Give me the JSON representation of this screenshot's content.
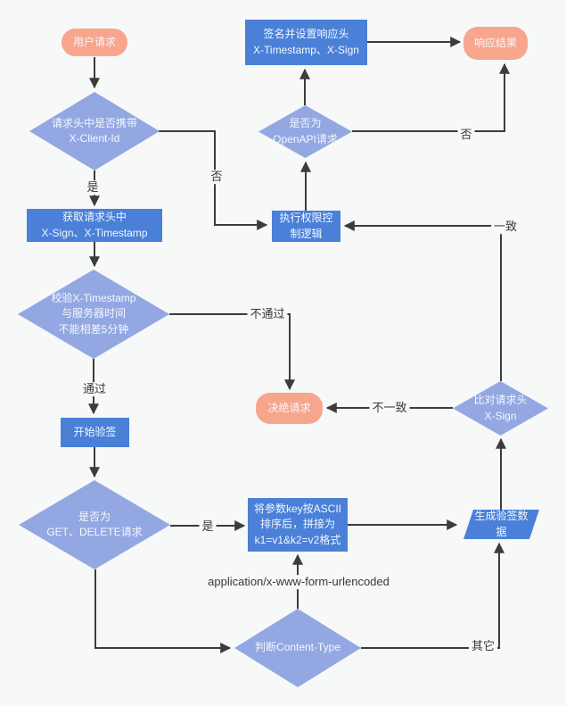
{
  "diagram": {
    "type": "flowchart",
    "nodes": {
      "user_request": {
        "shape": "terminal",
        "label": "用户请求"
      },
      "has_client_id": {
        "shape": "decision",
        "lines": [
          "请求头中是否携带",
          "X-Client-Id"
        ]
      },
      "get_headers": {
        "shape": "process",
        "lines": [
          "获取请求头中",
          "X-Sign、X-Timestamp"
        ]
      },
      "check_timestamp": {
        "shape": "decision",
        "lines": [
          "校验X-Timestamp",
          "与服务器时间",
          "不能相差5分钟"
        ]
      },
      "start_verify": {
        "shape": "process",
        "label": "开始验签"
      },
      "is_get_delete": {
        "shape": "decision",
        "lines": [
          "是否为",
          "GET、DELETE请求"
        ]
      },
      "sort_params": {
        "shape": "process",
        "lines": [
          "将参数key按ASCII",
          "排序后，拼接为",
          "k1=v1&k2=v2格式"
        ]
      },
      "judge_content_type": {
        "shape": "decision",
        "label": "判断Content-Type"
      },
      "gen_sign_data": {
        "shape": "data",
        "lines": [
          "生成验签数",
          "据"
        ]
      },
      "compare_sign": {
        "shape": "decision",
        "lines": [
          "比对请求头",
          "X-Sign"
        ]
      },
      "exec_permission": {
        "shape": "process",
        "lines": [
          "执行权限控",
          "制逻辑"
        ]
      },
      "is_openapi": {
        "shape": "decision",
        "lines": [
          "是否为",
          "OpenAPI请求"
        ]
      },
      "sign_response": {
        "shape": "process",
        "lines": [
          "签名并设置响应头",
          "X-Timestamp、X-Sign"
        ]
      },
      "response_result": {
        "shape": "terminal",
        "label": "响应结果"
      },
      "reject_request": {
        "shape": "terminal",
        "label": "决绝请求"
      }
    },
    "edge_labels": {
      "yes1": "是",
      "no1": "否",
      "pass": "通过",
      "fail": "不通过",
      "yes2": "是",
      "form_urlencoded": "application/x-www-form-urlencoded",
      "other": "其它",
      "match": "一致",
      "mismatch": "不一致",
      "no2": "否"
    },
    "edges": [
      {
        "from": "user_request",
        "to": "has_client_id",
        "label": ""
      },
      {
        "from": "has_client_id",
        "to": "get_headers",
        "label": "是"
      },
      {
        "from": "has_client_id",
        "to": "exec_permission",
        "label": "否"
      },
      {
        "from": "get_headers",
        "to": "check_timestamp",
        "label": ""
      },
      {
        "from": "check_timestamp",
        "to": "start_verify",
        "label": "通过"
      },
      {
        "from": "check_timestamp",
        "to": "reject_request",
        "label": "不通过"
      },
      {
        "from": "start_verify",
        "to": "is_get_delete",
        "label": ""
      },
      {
        "from": "is_get_delete",
        "to": "sort_params",
        "label": "是"
      },
      {
        "from": "is_get_delete",
        "to": "judge_content_type",
        "label": ""
      },
      {
        "from": "judge_content_type",
        "to": "sort_params",
        "label": "application/x-www-form-urlencoded"
      },
      {
        "from": "judge_content_type",
        "to": "gen_sign_data",
        "label": "其它"
      },
      {
        "from": "sort_params",
        "to": "gen_sign_data",
        "label": ""
      },
      {
        "from": "gen_sign_data",
        "to": "compare_sign",
        "label": ""
      },
      {
        "from": "compare_sign",
        "to": "exec_permission",
        "label": "一致"
      },
      {
        "from": "compare_sign",
        "to": "reject_request",
        "label": "不一致"
      },
      {
        "from": "exec_permission",
        "to": "is_openapi",
        "label": ""
      },
      {
        "from": "is_openapi",
        "to": "sign_response",
        "label": ""
      },
      {
        "from": "is_openapi",
        "to": "response_result",
        "label": "否"
      },
      {
        "from": "sign_response",
        "to": "response_result",
        "label": ""
      }
    ],
    "colors": {
      "process_fill": "#4A80D8",
      "decision_fill": "#93A8E2",
      "terminal_fill": "#F8A58E",
      "connector": "#3C3C3C",
      "background": "#F7F8F8",
      "node_text": "#F3F7FD",
      "label_text": "#383838"
    }
  }
}
